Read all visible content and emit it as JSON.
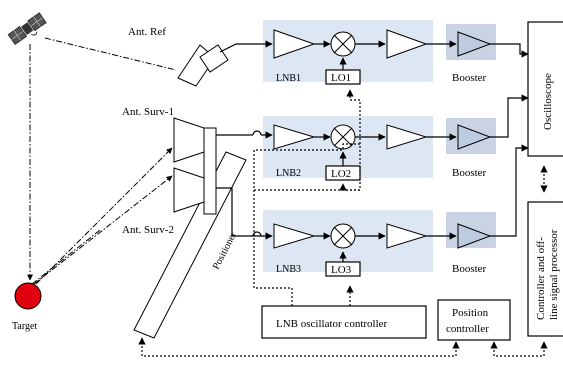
{
  "labels": {
    "ant_ref": "Ant. Ref",
    "ant_surv1": "Ant. Surv-1",
    "ant_surv2": "Ant. Surv-2",
    "target": "Target",
    "positioner": "Positioner",
    "lnb1": "LNB1",
    "lnb2": "LNB2",
    "lnb3": "LNB3",
    "lo1": "LO1",
    "lo2": "LO2",
    "lo3": "LO3",
    "booster": "Booster",
    "oscilloscope": "Oscilloscope",
    "controller_line1": "Controller and off-",
    "controller_line2": "line signal processor",
    "lnb_osc_controller": "LNB oscillator controller",
    "position_line1": "Position",
    "position_line2": "controller"
  },
  "colors": {
    "lnb_shade": "#dde6f3",
    "booster_shade": "#c9d3e4",
    "target": "#e0000f"
  },
  "icons": {
    "satellite": "satellite-icon"
  }
}
